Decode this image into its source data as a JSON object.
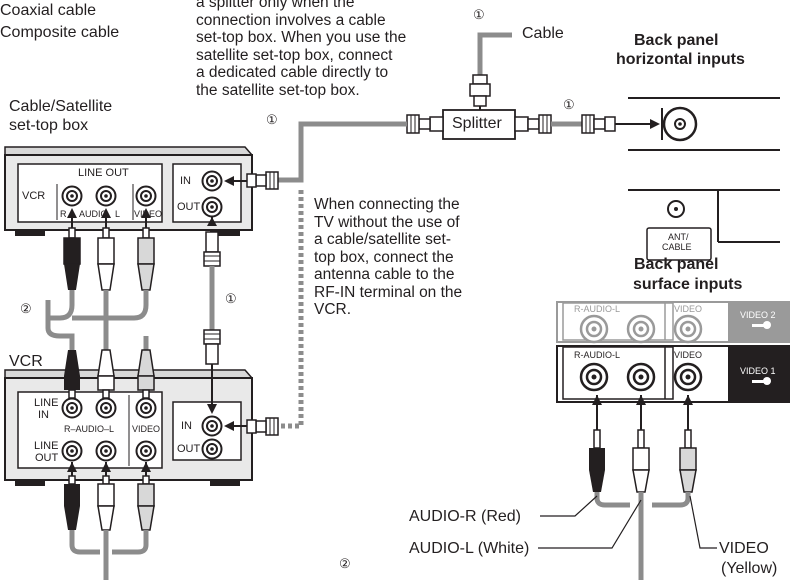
{
  "legend": {
    "coaxial": "Coaxial cable",
    "composite": "Composite cable"
  },
  "note_top": "a splitter only when the\nconnection involves a cable\nset-top box. When you use the\nsatellite set-top box, connect\na dedicated cable directly to\nthe satellite set-top box.",
  "note_mid": "When connecting the\nTV without the use of\na cable/satellite set-\ntop box, connect the\nantenna cable to the\nRF-IN terminal on the\nVCR.",
  "stb": {
    "title_line1": "Cable/Satellite",
    "title_line2": "set-top box",
    "line_out": "LINE OUT",
    "vcr": "VCR",
    "r": "R",
    "audio": "AUDIO",
    "l": "L",
    "video": "VIDEO",
    "in": "IN",
    "out": "OUT"
  },
  "vcr": {
    "title": "VCR",
    "line_in_1": "LINE",
    "line_in_2": "IN",
    "line_out_1": "LINE",
    "line_out_2": "OUT",
    "audio_rl": "R–AUDIO–L",
    "video": "VIDEO",
    "in": "IN",
    "out": "OUT"
  },
  "cable_label": "Cable",
  "splitter_label": "Splitter",
  "back_horizontal": {
    "line1": "Back panel",
    "line2": "horizontal inputs",
    "ant_1": "ANT/",
    "ant_2": "CABLE"
  },
  "back_surface": {
    "line1": "Back panel",
    "line2": "surface inputs",
    "audio": "R-AUDIO-L",
    "video": "VIDEO",
    "video2": "VIDEO 2",
    "video1": "VIDEO 1"
  },
  "callouts": {
    "audio_r": "AUDIO-R (Red)",
    "audio_l": "AUDIO-L (White)",
    "video_1": "VIDEO",
    "video_2": "(Yellow)"
  },
  "markers": {
    "one": "①",
    "two": "②"
  },
  "colors": {
    "ink": "#231f20",
    "gray": "#8c8c8c",
    "panel": "#ededed",
    "dark": "#231f20"
  }
}
